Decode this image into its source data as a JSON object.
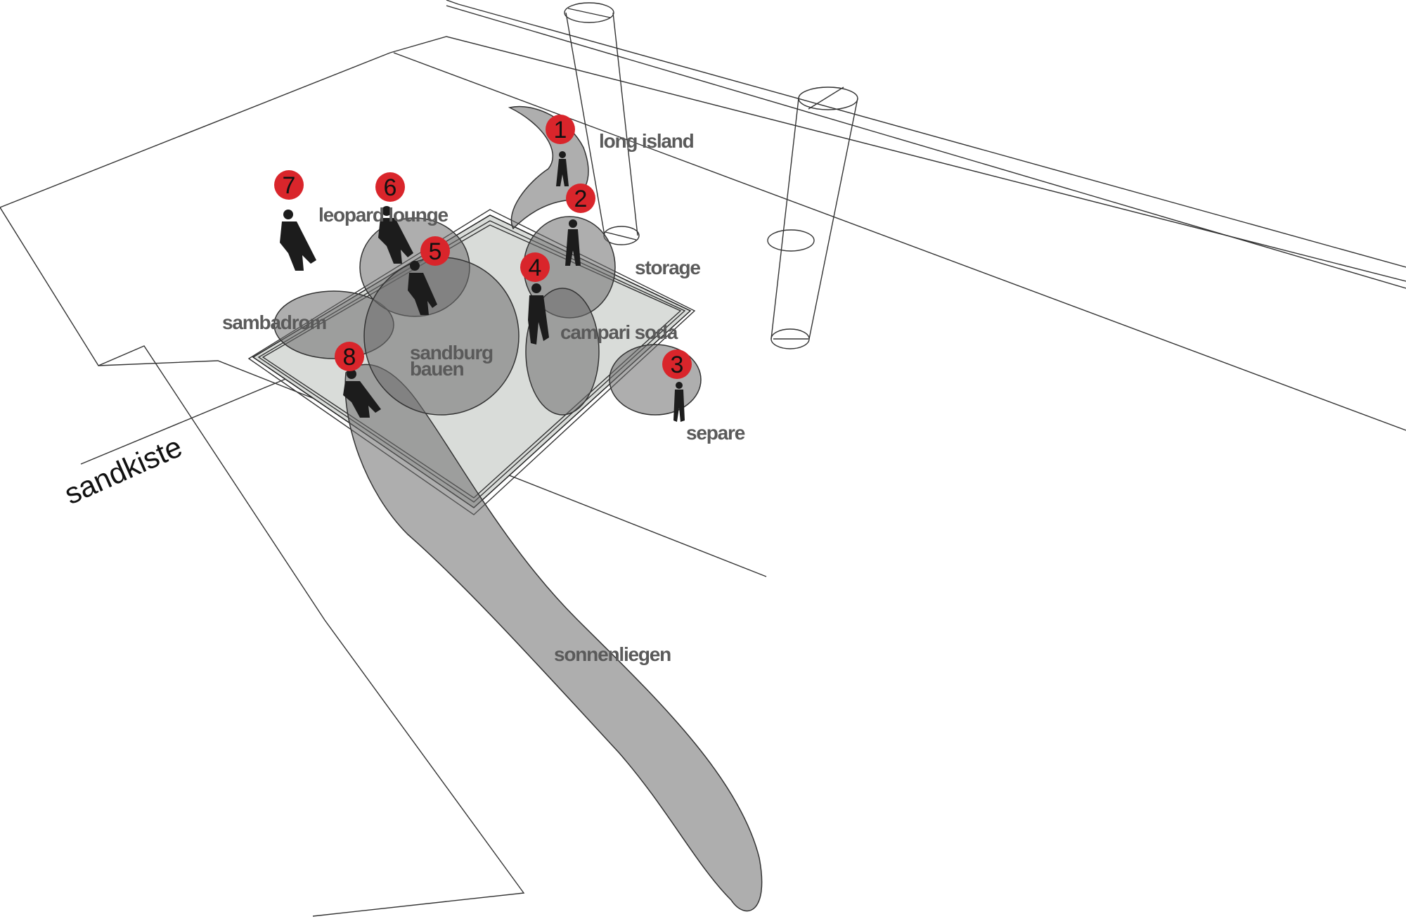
{
  "area_label": "sandkiste",
  "zones": [
    {
      "key": "long_island",
      "label": "long island"
    },
    {
      "key": "leopard_lounge",
      "label": "leopard lounge"
    },
    {
      "key": "storage",
      "label": "storage"
    },
    {
      "key": "sambadrom",
      "label": "sambadrom"
    },
    {
      "key": "campari_soda",
      "label": "campari soda"
    },
    {
      "key": "sandburg_line1",
      "label": "sandburg"
    },
    {
      "key": "sandburg_line2",
      "label": "bauen"
    },
    {
      "key": "separe",
      "label": "separe"
    },
    {
      "key": "sonnenliegen",
      "label": "sonnenliegen"
    }
  ],
  "markers": [
    {
      "number": "1"
    },
    {
      "number": "2"
    },
    {
      "number": "3"
    },
    {
      "number": "4"
    },
    {
      "number": "5"
    },
    {
      "number": "6"
    },
    {
      "number": "7"
    },
    {
      "number": "8"
    }
  ],
  "colors": {
    "marker_fill": "#d9252b",
    "blob_fill": "#6b6b6b",
    "label_text": "#5a5a5a",
    "platform_fill": "#d9dcd9"
  }
}
